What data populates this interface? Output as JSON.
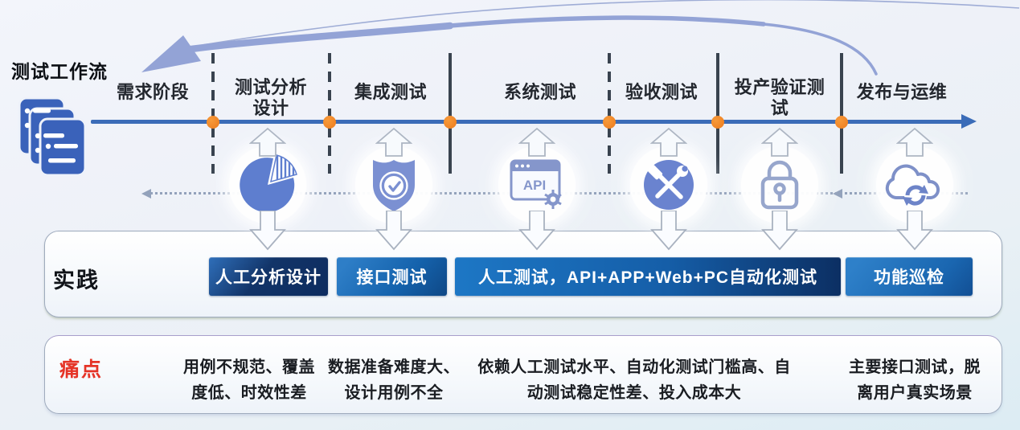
{
  "title": "测试工作流",
  "workflow": {
    "stages": [
      "需求阶段",
      "测试分析设计",
      "集成测试",
      "系统测试",
      "验收测试",
      "投产验证测试",
      "发布与运维"
    ],
    "icons": [
      "document-stack",
      "pie-chart",
      "shield-check",
      "api-window",
      "crossed-tools",
      "lock",
      "cloud-sync"
    ],
    "api_icon_label": "API"
  },
  "practice": {
    "label": "实践",
    "buttons": [
      "人工分析设计",
      "接口测试",
      "人工测试，API+APP+Web+PC自动化测试",
      "功能巡检"
    ]
  },
  "pain_points": {
    "label": "痛点",
    "items": [
      "用例不规范、覆盖度低、时效性差",
      "数据准备难度大、设计用例不全",
      "依赖人工测试水平、自动化测试门槛高、自动测试稳定性差、投入成本大",
      "主要接口测试，脱离用户真实场景"
    ]
  },
  "colors": {
    "timeline": "#3b6cb8",
    "milestone_dot": "#ef7f23",
    "chip_blue": "#1a6fbe",
    "chip_navy": "#0d2f63",
    "pain_red": "#e53427",
    "loop_arrow": "#93a3d6",
    "icon_blue": "#5e7ecf"
  }
}
